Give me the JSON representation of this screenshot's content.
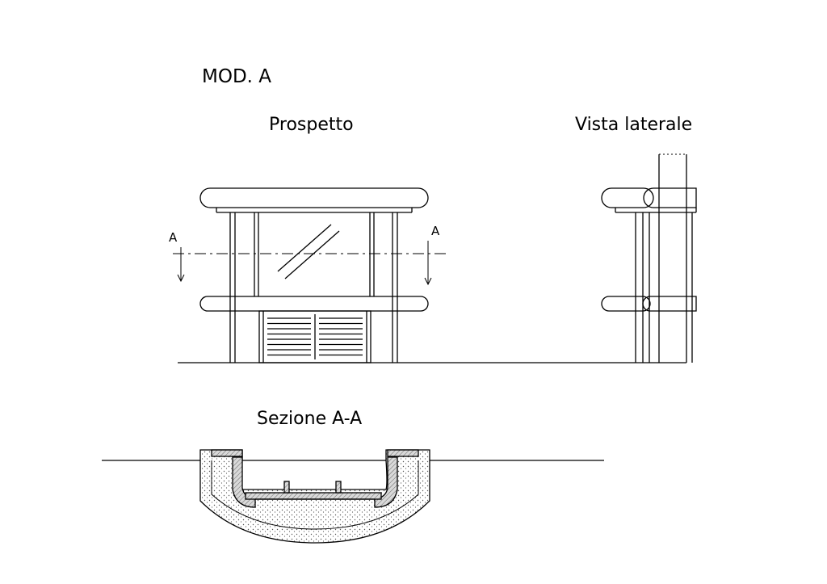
{
  "drawing": {
    "model_title": "MOD. A",
    "front_view_title": "Prospetto",
    "side_view_title": "Vista laterale",
    "section_title": "Sezione A-A",
    "section_marker_left": "A",
    "section_marker_right": "A"
  },
  "colors": {
    "ink": "#000000",
    "paper": "#ffffff",
    "fill": "#c8c8c8",
    "hatch": "#9a9a9a"
  }
}
